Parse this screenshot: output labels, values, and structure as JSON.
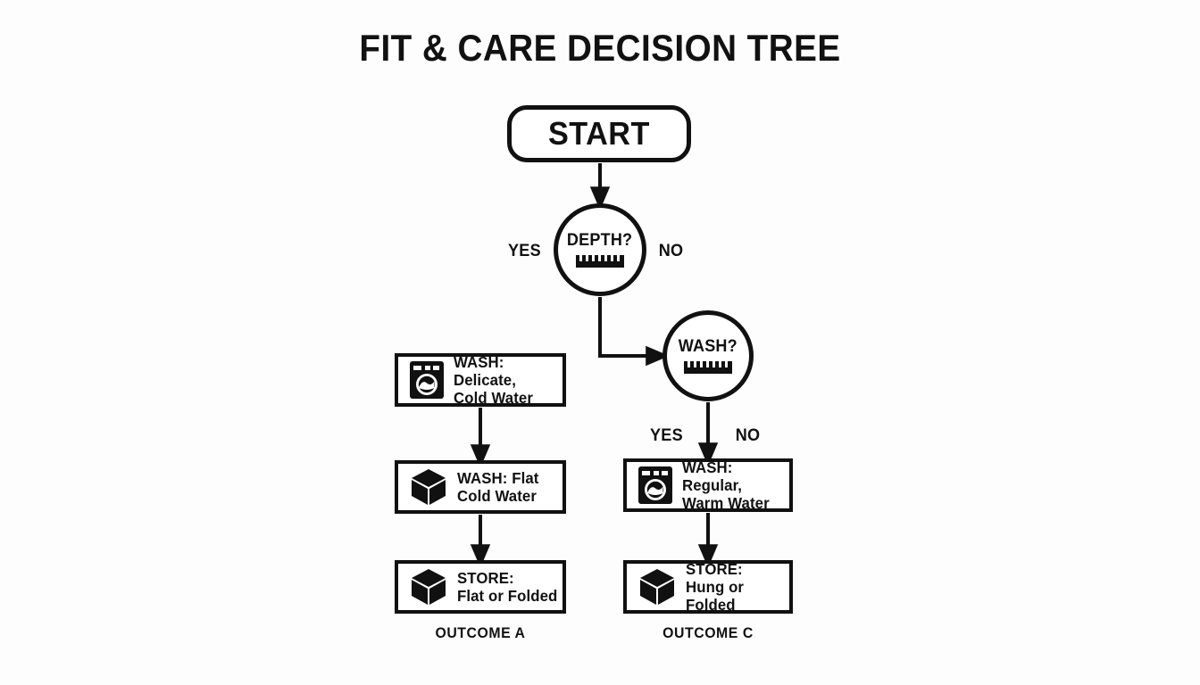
{
  "diagram": {
    "title": "FIT & CARE DECISION TREE",
    "background_color": "#fdfdfd",
    "line_color": "#111111",
    "start": {
      "label": "START",
      "shape": "rounded-rectangle"
    },
    "decisions": [
      {
        "id": "depth",
        "label": "DEPTH?",
        "icon": "ruler-icon",
        "yes_label": "YES",
        "no_label": "NO"
      },
      {
        "id": "wash",
        "label": "WASH?",
        "icon": "ruler-icon",
        "yes_label": "YES",
        "no_label": "NO"
      }
    ],
    "boxes": [
      {
        "id": "wash-delicate",
        "icon": "washing-machine-icon",
        "line1": "WASH: Delicate,",
        "line2": "Cold Water"
      },
      {
        "id": "wash-flat",
        "icon": "cube-icon",
        "line1": "WASH: Flat",
        "line2": "Cold Water"
      },
      {
        "id": "store-flat",
        "icon": "cube-icon",
        "line1": "STORE:",
        "line2": "Flat or Folded"
      },
      {
        "id": "wash-regular",
        "icon": "washing-machine-icon",
        "line1": "WASH: Regular,",
        "line2": "Warm Water"
      },
      {
        "id": "store-hung",
        "icon": "cube-icon",
        "line1": "STORE: Hung or",
        "line2": "Folded"
      }
    ],
    "outcomes": [
      {
        "id": "a",
        "label": "OUTCOME A"
      },
      {
        "id": "c",
        "label": "OUTCOME C"
      }
    ]
  }
}
